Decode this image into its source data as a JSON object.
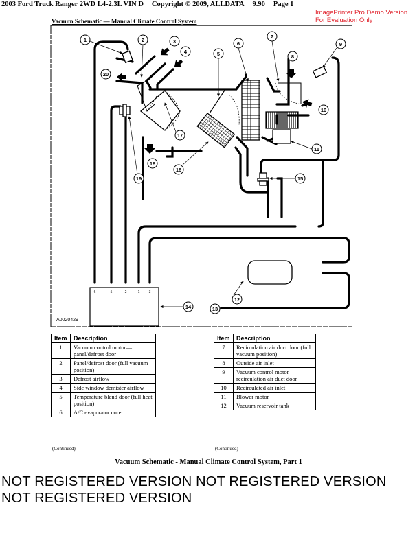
{
  "header": {
    "vehicle": "2003 Ford Truck Ranger 2WD L4-2.3L VIN D",
    "copyright": "Copyright © 2009, ALLDATA",
    "version": "9.90",
    "page": "Page 1"
  },
  "demo_notice": {
    "line1": "ImagePrinter Pro Demo Version",
    "line2": "For Evaluation Only",
    "color": "#e0202a"
  },
  "diagram": {
    "title": "Vacuum Schematic — Manual Climate Control System",
    "figure_id": "A0020429",
    "callouts": [
      "1",
      "2",
      "3",
      "4",
      "5",
      "6",
      "7",
      "8",
      "9",
      "10",
      "11",
      "12",
      "13",
      "14",
      "15",
      "16",
      "17",
      "18",
      "19",
      "20"
    ],
    "port_labels": [
      "6",
      "5",
      "2",
      "1",
      "3"
    ]
  },
  "table_left": {
    "headers": [
      "Item",
      "Description"
    ],
    "rows": [
      {
        "item": "1",
        "desc": "Vacuum control motor—panel/defrost door"
      },
      {
        "item": "2",
        "desc": "Panel/defrost door (full vacuum position)"
      },
      {
        "item": "3",
        "desc": "Defrost airflow"
      },
      {
        "item": "4",
        "desc": "Side window demister airflow"
      },
      {
        "item": "5",
        "desc": "Temperature blend door (full heat position)"
      },
      {
        "item": "6",
        "desc": "A/C evaporator core"
      }
    ],
    "note": "(Continued)"
  },
  "table_right": {
    "headers": [
      "Item",
      "Description"
    ],
    "rows": [
      {
        "item": "7",
        "desc": "Recirculation air duct door (full vacuum position)"
      },
      {
        "item": "8",
        "desc": "Outside air inlet"
      },
      {
        "item": "9",
        "desc": "Vacuum control motor—recirculation air duct door"
      },
      {
        "item": "10",
        "desc": "Recirculated air inlet"
      },
      {
        "item": "11",
        "desc": "Blower motor"
      },
      {
        "item": "12",
        "desc": "Vacuum reservoir tank"
      }
    ],
    "note": "(Continued)"
  },
  "caption": "Vacuum Schematic - Manual Climate Control System, Part 1",
  "watermark": "NOT REGISTERED VERSION NOT REGISTERED VERSION NOT REGISTERED VERSION"
}
